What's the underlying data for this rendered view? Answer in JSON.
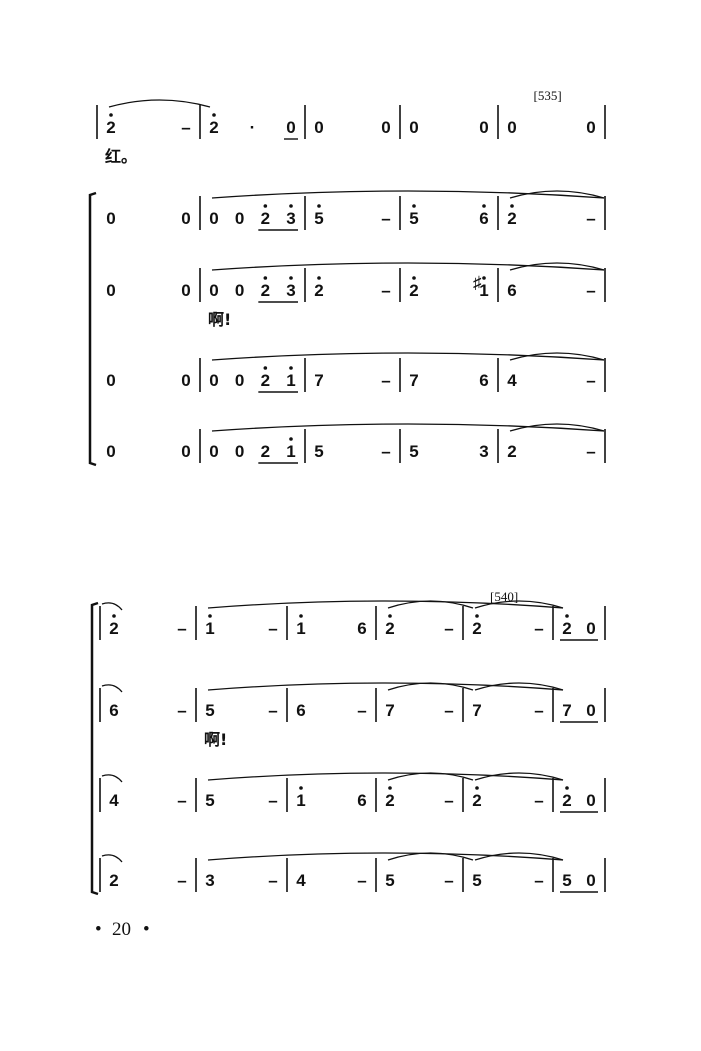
{
  "page": {
    "number": "20"
  },
  "systems": [
    {
      "rehearsal_mark": "[535]",
      "rehearsal_measure": 4,
      "measures": 5,
      "staves": [
        {
          "lyric": "红。",
          "lyric_measure": 0,
          "measures": [
            [
              {
                "t": "2",
                "hi": 1
              },
              {
                "t": "–"
              }
            ],
            [
              {
                "t": "2",
                "hi": 1
              },
              {
                "t": "·"
              },
              {
                "t": "0",
                "ul": 1
              }
            ],
            [
              {
                "t": "0"
              },
              {
                "t": "0"
              }
            ],
            [
              {
                "t": "0"
              },
              {
                "t": "0"
              }
            ],
            [
              {
                "t": "0"
              },
              {
                "t": "0"
              }
            ]
          ],
          "slurs": [
            [
              0,
              1
            ]
          ]
        },
        {
          "measures": [
            [
              {
                "t": "0"
              },
              {
                "t": "0"
              }
            ],
            [
              {
                "t": "0"
              },
              {
                "t": "0"
              },
              {
                "t": "2",
                "hi": 1,
                "ul": 1
              },
              {
                "t": "3",
                "hi": 1,
                "ul": 1
              }
            ],
            [
              {
                "t": "5",
                "hi": 1
              },
              {
                "t": "–"
              }
            ],
            [
              {
                "t": "5",
                "hi": 1
              },
              {
                "t": "6",
                "hi": 1
              }
            ],
            [
              {
                "t": "2",
                "hi": 1
              },
              {
                "t": "–"
              }
            ]
          ],
          "slurs": [
            [
              1,
              5
            ],
            [
              4,
              5
            ]
          ]
        },
        {
          "lyric": "啊!",
          "lyric_measure": 1,
          "measures": [
            [
              {
                "t": "0"
              },
              {
                "t": "0"
              }
            ],
            [
              {
                "t": "0"
              },
              {
                "t": "0"
              },
              {
                "t": "2",
                "hi": 1,
                "ul": 1
              },
              {
                "t": "3",
                "hi": 1,
                "ul": 1
              }
            ],
            [
              {
                "t": "2",
                "hi": 1
              },
              {
                "t": "–"
              }
            ],
            [
              {
                "t": "2",
                "hi": 1
              },
              {
                "t": "1",
                "hi": 1,
                "acc": "♯"
              }
            ],
            [
              {
                "t": "6"
              },
              {
                "t": "–"
              }
            ]
          ],
          "slurs": [
            [
              1,
              5
            ],
            [
              4,
              5
            ]
          ]
        },
        {
          "measures": [
            [
              {
                "t": "0"
              },
              {
                "t": "0"
              }
            ],
            [
              {
                "t": "0"
              },
              {
                "t": "0"
              },
              {
                "t": "2",
                "hi": 1,
                "ul": 1
              },
              {
                "t": "1",
                "hi": 1,
                "ul": 1
              }
            ],
            [
              {
                "t": "7"
              },
              {
                "t": "–"
              }
            ],
            [
              {
                "t": "7"
              },
              {
                "t": "6"
              }
            ],
            [
              {
                "t": "4"
              },
              {
                "t": "–"
              }
            ]
          ],
          "slurs": [
            [
              1,
              5
            ],
            [
              4,
              5
            ]
          ]
        },
        {
          "measures": [
            [
              {
                "t": "0"
              },
              {
                "t": "0"
              }
            ],
            [
              {
                "t": "0"
              },
              {
                "t": "0"
              },
              {
                "t": "2",
                "ul": 1
              },
              {
                "t": "1",
                "hi": 1,
                "ul": 1
              }
            ],
            [
              {
                "t": "5"
              },
              {
                "t": "–"
              }
            ],
            [
              {
                "t": "5"
              },
              {
                "t": "3"
              }
            ],
            [
              {
                "t": "2"
              },
              {
                "t": "–"
              }
            ]
          ],
          "slurs": [
            [
              1,
              5
            ],
            [
              4,
              5
            ]
          ]
        }
      ]
    },
    {
      "rehearsal_mark": "[540]",
      "rehearsal_measure": 4,
      "measures": 6,
      "staves": [
        {
          "measures": [
            [
              {
                "t": "2",
                "hi": 1
              },
              {
                "t": "–"
              }
            ],
            [
              {
                "t": "1",
                "hi": 1
              },
              {
                "t": "–"
              }
            ],
            [
              {
                "t": "1",
                "hi": 1
              },
              {
                "t": "6"
              }
            ],
            [
              {
                "t": "2",
                "hi": 1
              },
              {
                "t": "–"
              }
            ],
            [
              {
                "t": "2",
                "hi": 1
              },
              {
                "t": "–"
              }
            ],
            [
              {
                "t": "2",
                "hi": 1,
                "ul": 1
              },
              {
                "t": "0",
                "ul": 1
              }
            ]
          ],
          "slurs": [
            [
              1,
              5
            ],
            [
              3,
              4
            ],
            [
              4,
              5
            ]
          ]
        },
        {
          "lyric": "啊!",
          "lyric_measure": 1,
          "measures": [
            [
              {
                "t": "6"
              },
              {
                "t": "–"
              }
            ],
            [
              {
                "t": "5"
              },
              {
                "t": "–"
              }
            ],
            [
              {
                "t": "6"
              },
              {
                "t": "–"
              }
            ],
            [
              {
                "t": "7"
              },
              {
                "t": "–"
              }
            ],
            [
              {
                "t": "7"
              },
              {
                "t": "–"
              }
            ],
            [
              {
                "t": "7",
                "ul": 1
              },
              {
                "t": "0",
                "ul": 1
              }
            ]
          ],
          "slurs": [
            [
              1,
              5
            ],
            [
              3,
              4
            ],
            [
              4,
              5
            ]
          ]
        },
        {
          "measures": [
            [
              {
                "t": "4"
              },
              {
                "t": "–"
              }
            ],
            [
              {
                "t": "5"
              },
              {
                "t": "–"
              }
            ],
            [
              {
                "t": "1",
                "hi": 1
              },
              {
                "t": "6"
              }
            ],
            [
              {
                "t": "2",
                "hi": 1
              },
              {
                "t": "–"
              }
            ],
            [
              {
                "t": "2",
                "hi": 1
              },
              {
                "t": "–"
              }
            ],
            [
              {
                "t": "2",
                "hi": 1,
                "ul": 1
              },
              {
                "t": "0",
                "ul": 1
              }
            ]
          ],
          "slurs": [
            [
              1,
              5
            ],
            [
              3,
              4
            ],
            [
              4,
              5
            ]
          ]
        },
        {
          "measures": [
            [
              {
                "t": "2"
              },
              {
                "t": "–"
              }
            ],
            [
              {
                "t": "3"
              },
              {
                "t": "–"
              }
            ],
            [
              {
                "t": "4"
              },
              {
                "t": "–"
              }
            ],
            [
              {
                "t": "5"
              },
              {
                "t": "–"
              }
            ],
            [
              {
                "t": "5"
              },
              {
                "t": "–"
              }
            ],
            [
              {
                "t": "5",
                "ul": 1
              },
              {
                "t": "0",
                "ul": 1
              }
            ]
          ],
          "slurs": [
            [
              1,
              5
            ],
            [
              3,
              4
            ],
            [
              4,
              5
            ]
          ]
        }
      ]
    }
  ]
}
